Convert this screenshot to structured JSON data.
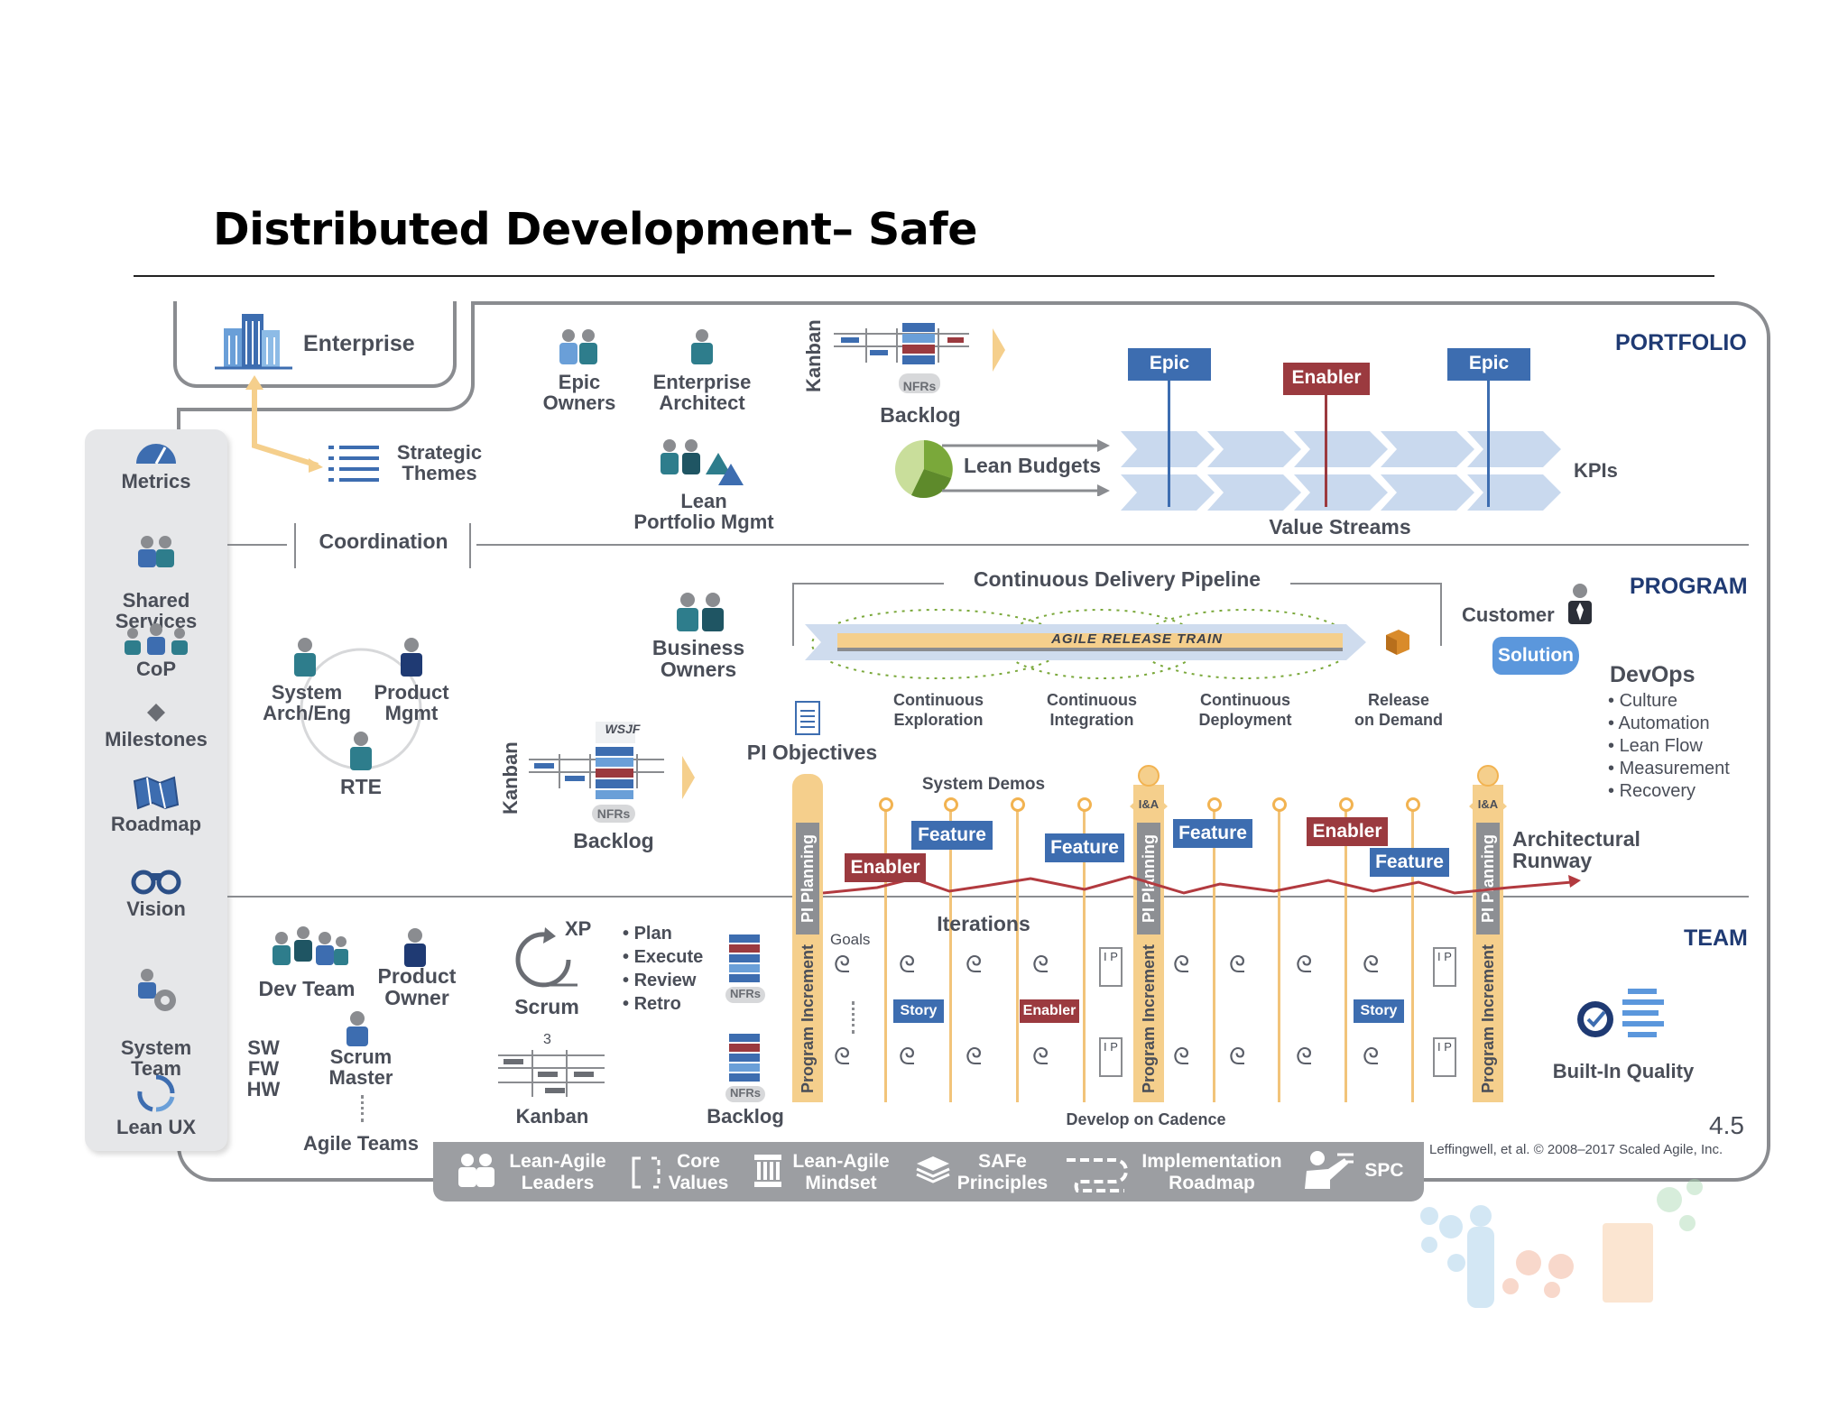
{
  "slide": {
    "title": "Distributed Development– Safe",
    "page_number": "4.5",
    "copyright": "Leffingwell, et al. © 2008–2017 Scaled Agile, Inc."
  },
  "levels": {
    "portfolio": "PORTFOLIO",
    "program": "PROGRAM",
    "team": "TEAM"
  },
  "enterprise": {
    "label": "Enterprise"
  },
  "sidebar": {
    "items": [
      {
        "label": "Metrics",
        "icon": "gauge-icon"
      },
      {
        "label": "Shared\nServices",
        "icon": "people-icon"
      },
      {
        "label": "CoP",
        "icon": "group-icon"
      },
      {
        "label": "Milestones",
        "icon": "diamond-icon"
      },
      {
        "label": "Roadmap",
        "icon": "map-icon"
      },
      {
        "label": "Vision",
        "icon": "binoculars-icon"
      },
      {
        "label": "System\nTeam",
        "icon": "gear-people-icon"
      },
      {
        "label": "Lean UX",
        "icon": "cycle-icon"
      }
    ]
  },
  "portfolio": {
    "strategic_themes": "Strategic\nThemes",
    "coordination": "Coordination",
    "epic_owners": "Epic\nOwners",
    "enterprise_architect": "Enterprise\nArchitect",
    "lean_portfolio_mgmt": "Lean\nPortfolio Mgmt",
    "kanban": "Kanban",
    "nfrs": "NFRs",
    "backlog": "Backlog",
    "lean_budgets": "Lean Budgets",
    "value_streams": "Value Streams",
    "kpis": "KPIs",
    "tags": [
      "Epic",
      "Enabler",
      "Epic"
    ]
  },
  "program": {
    "cdp_title": "Continuous Delivery Pipeline",
    "art": "AGILE RELEASE TRAIN",
    "stages": [
      "Continuous\nExploration",
      "Continuous\nIntegration",
      "Continuous\nDeployment",
      "Release\non Demand"
    ],
    "customer": "Customer",
    "solution": "Solution",
    "devops_title": "DevOps",
    "devops_items": [
      "Culture",
      "Automation",
      "Lean Flow",
      "Measurement",
      "Recovery"
    ],
    "business_owners": "Business\nOwners",
    "system_arch": "System\nArch/Eng",
    "product_mgmt": "Product\nMgmt",
    "rte": "RTE",
    "kanban": "Kanban",
    "wsjf": "WSJF",
    "nfrs": "NFRs",
    "backlog": "Backlog",
    "pi_objectives": "PI Objectives",
    "system_demos": "System Demos",
    "architectural_runway": "Architectural\nRunway",
    "pi_planning": "PI Planning",
    "ia": "I&A",
    "tags": {
      "feature1": "Feature",
      "enabler1": "Enabler",
      "feature2": "Feature",
      "feature3": "Feature",
      "enabler2": "Enabler",
      "feature4": "Feature"
    }
  },
  "team": {
    "dev_team": "Dev Team",
    "product_owner": "Product\nOwner",
    "scrum_master": "Scrum\nMaster",
    "sw_fw_hw": "SW\nFW\nHW",
    "agile_teams": "Agile Teams",
    "xp": "XP",
    "scrum": "Scrum",
    "kanban": "Kanban",
    "kanban_num": "3",
    "practices": [
      "Plan",
      "Execute",
      "Review",
      "Retro"
    ],
    "nfrs": "NFRs",
    "backlog": "Backlog",
    "iterations": "Iterations",
    "goals": "Goals",
    "program_increment": "Program Increment",
    "ip": "I P",
    "story": "Story",
    "enabler": "Enabler",
    "develop_on_cadence": "Develop on Cadence",
    "built_in_quality": "Built-In Quality"
  },
  "foundation": [
    {
      "label": "Lean-Agile\nLeaders",
      "icon": "leaders-icon"
    },
    {
      "label": "Core\nValues",
      "icon": "bracket-icon"
    },
    {
      "label": "Lean-Agile\nMindset",
      "icon": "temple-icon"
    },
    {
      "label": "SAFe\nPrinciples",
      "icon": "stack-icon"
    },
    {
      "label": "Implementation\nRoadmap",
      "icon": "roadmap-icon"
    },
    {
      "label": "SPC",
      "icon": "spc-icon"
    }
  ],
  "colors": {
    "navy": "#1f3a73",
    "blue": "#3d6db0",
    "maroon": "#9b3a3f",
    "orange": "#f2b351",
    "grey": "#8a8c90"
  }
}
